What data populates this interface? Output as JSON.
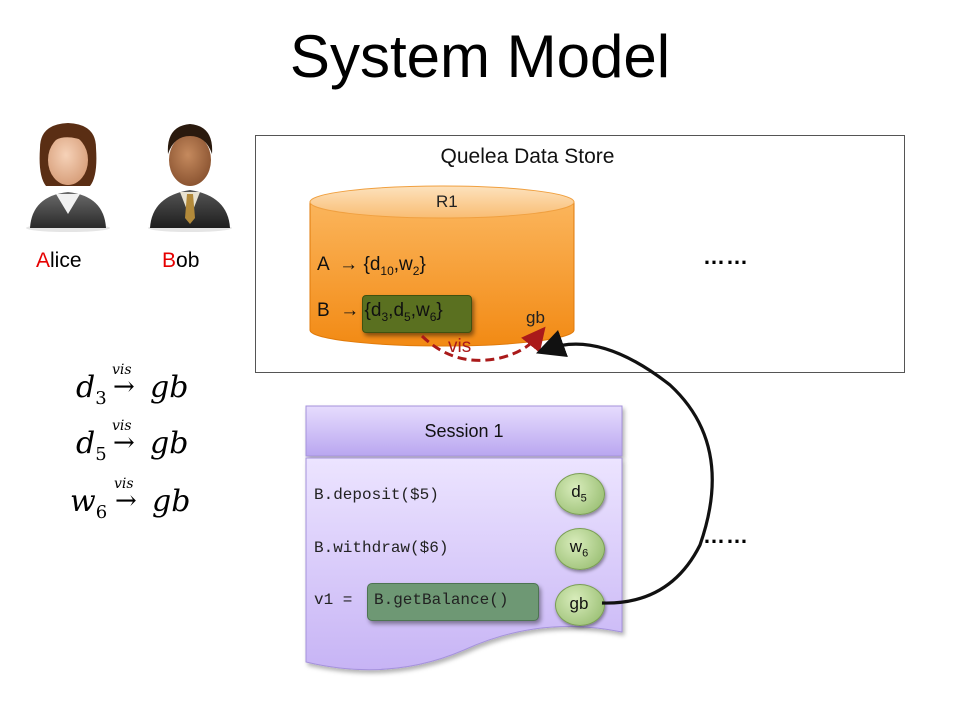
{
  "slide": {
    "title": "System Model"
  },
  "users": [
    {
      "initial": "A",
      "rest": "lice"
    },
    {
      "initial": "B",
      "rest": "ob"
    }
  ],
  "store": {
    "title": "Quelea Data Store",
    "replica_name": "R1",
    "row_a": {
      "key": "A",
      "items": [
        "d",
        "10",
        "w",
        "2"
      ]
    },
    "row_b": {
      "key": "B",
      "items": [
        "d",
        "3",
        "d",
        "5",
        "w",
        "6"
      ]
    },
    "gb_label": "gb",
    "vis_label": "vis",
    "more": "……"
  },
  "session": {
    "title": "Session 1",
    "lines": [
      "B.deposit($5)",
      "B.withdraw($6)",
      "v1 = "
    ],
    "highlight_call": "B.getBalance()",
    "circles": [
      {
        "base": "d",
        "sub": "5"
      },
      {
        "base": "w",
        "sub": "6"
      },
      {
        "base": "gb",
        "sub": ""
      }
    ],
    "more": "……"
  },
  "formulas": [
    {
      "lhs_base": "d",
      "lhs_sub": "3",
      "rel": "vis",
      "rhs": "gb"
    },
    {
      "lhs_base": "d",
      "lhs_sub": "5",
      "rel": "vis",
      "rhs": "gb"
    },
    {
      "lhs_base": "w",
      "lhs_sub": "6",
      "rel": "vis",
      "rhs": "gb"
    }
  ],
  "colors": {
    "replica_orange": "#f7931e",
    "dark_green": "#5a7020",
    "session_purple": "#c8b8f4",
    "arrow_red": "#aa1a1a",
    "highlight_red": "#e60000"
  }
}
